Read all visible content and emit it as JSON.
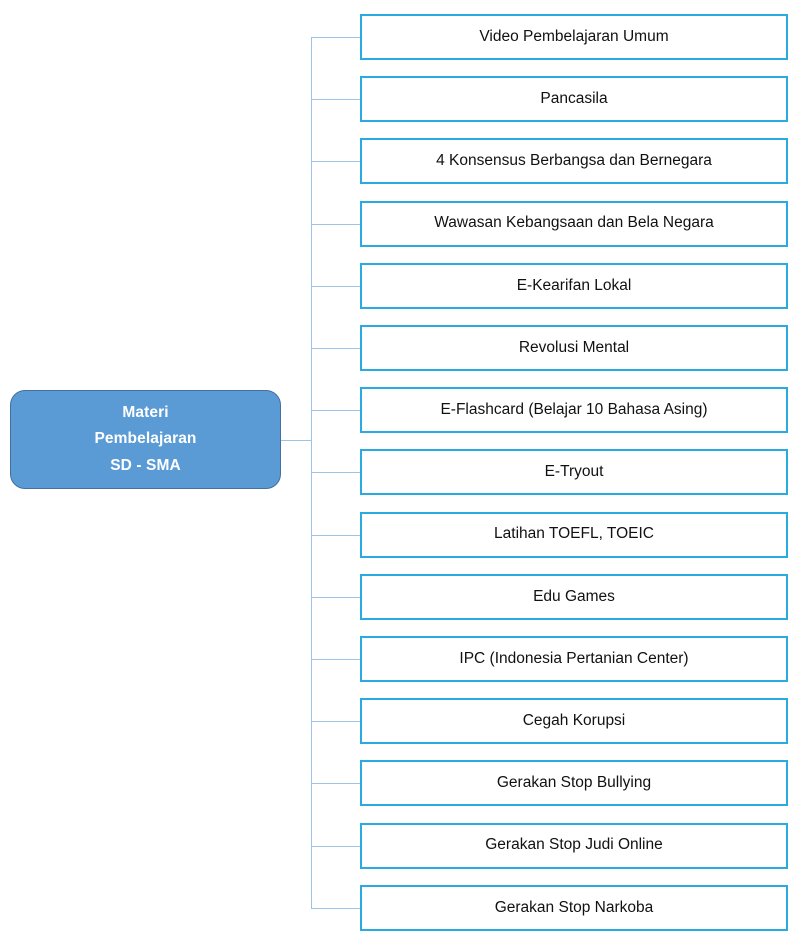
{
  "diagram": {
    "type": "tree-mindmap",
    "orientation": "left-to-right",
    "root": {
      "label": "Materi\nPembelajaran\nSD - SMA",
      "lines": [
        "Materi",
        "Pembelajaran",
        "SD - SMA"
      ],
      "fill_color": "#5B9BD5",
      "border_color": "#41719C",
      "text_color": "#FFFFFF"
    },
    "node_style": {
      "fill_color": "#FFFFFF",
      "border_color": "#29ABE2",
      "text_color": "#111111"
    },
    "connector_color": "#9DC3E6",
    "background_color": "#FFFFFF",
    "nodes": [
      {
        "label": "Video Pembelajaran Umum"
      },
      {
        "label": "Pancasila"
      },
      {
        "label": "4 Konsensus Berbangsa dan Bernegara"
      },
      {
        "label": "Wawasan Kebangsaan dan Bela Negara"
      },
      {
        "label": "E-Kearifan Lokal"
      },
      {
        "label": "Revolusi Mental"
      },
      {
        "label": "E-Flashcard (Belajar 10 Bahasa Asing)"
      },
      {
        "label": "E-Tryout"
      },
      {
        "label": "Latihan TOEFL, TOEIC"
      },
      {
        "label": "Edu Games"
      },
      {
        "label": "IPC (Indonesia Pertanian Center)"
      },
      {
        "label": "Cegah Korupsi"
      },
      {
        "label": "Gerakan Stop Bullying"
      },
      {
        "label": "Gerakan Stop Judi Online"
      },
      {
        "label": "Gerakan Stop Narkoba"
      }
    ]
  }
}
